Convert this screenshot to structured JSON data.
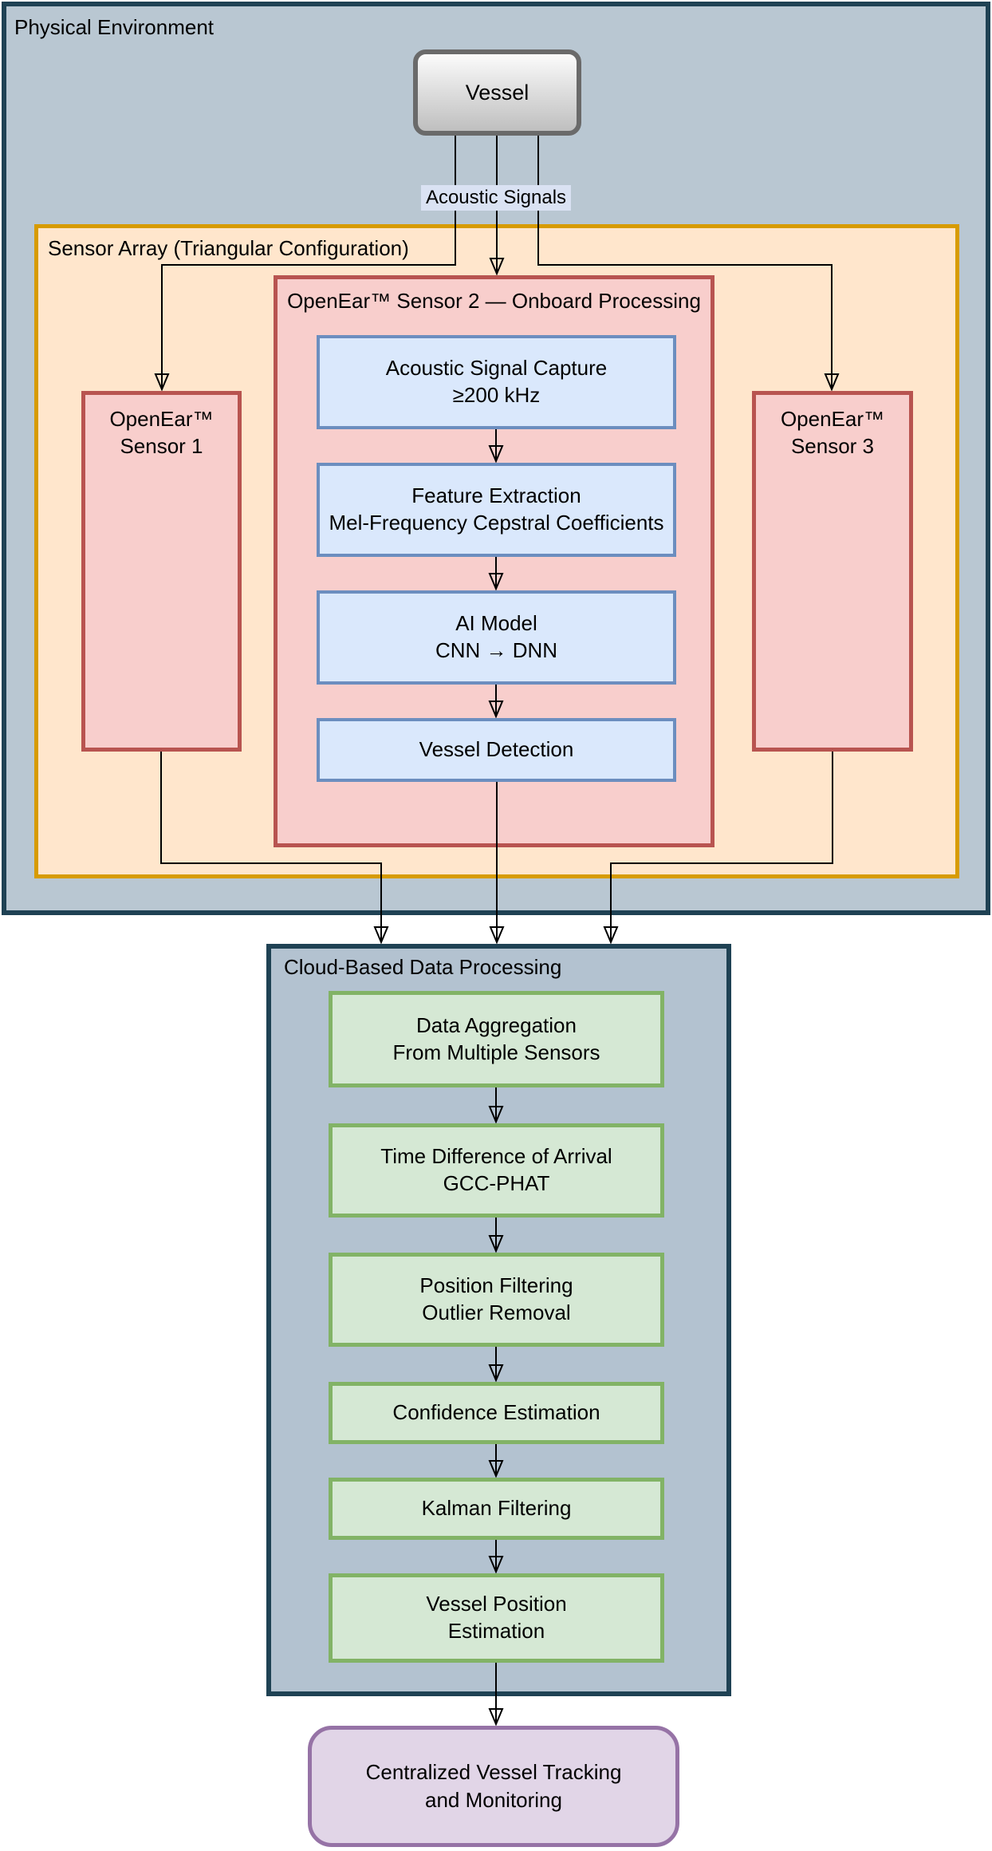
{
  "physical_environment": {
    "title": "Physical Environment"
  },
  "vessel": {
    "label": "Vessel"
  },
  "acoustic_signals_label": "Acoustic Signals",
  "sensor_array": {
    "title": "Sensor Array (Triangular Configuration)",
    "sensor1": {
      "label": "OpenEar™\nSensor 1"
    },
    "sensor3": {
      "label": "OpenEar™\nSensor 3"
    },
    "sensor2": {
      "title": "OpenEar™ Sensor 2 — Onboard Processing",
      "steps": [
        {
          "label": "Acoustic Signal Capture\n≥200 kHz"
        },
        {
          "label": "Feature Extraction\nMel-Frequency Cepstral Coefficients"
        },
        {
          "label": "AI Model\nCNN → DNN"
        },
        {
          "label": "Vessel Detection"
        }
      ]
    }
  },
  "cloud": {
    "title": "Cloud-Based Data Processing",
    "steps": [
      {
        "label": "Data Aggregation\nFrom Multiple Sensors"
      },
      {
        "label": "Time Difference of Arrival\nGCC-PHAT"
      },
      {
        "label": "Position Filtering\nOutlier Removal"
      },
      {
        "label": "Confidence Estimation"
      },
      {
        "label": "Kalman Filtering"
      },
      {
        "label": "Vessel Position\nEstimation"
      }
    ]
  },
  "output": {
    "label": "Centralized Vessel Tracking\nand Monitoring"
  },
  "colors": {
    "physical_env_fill": "#b9c7d2",
    "physical_env_border": "#1f4254",
    "sensor_array_fill": "#ffe6cc",
    "sensor_array_border": "#d79b00",
    "sensor_fill": "#f8cecc",
    "sensor_border": "#b85450",
    "onboard_step_fill": "#dae8fc",
    "onboard_step_border": "#6c8ebf",
    "cloud_fill": "#b3c2d0",
    "cloud_border": "#1f4254",
    "cloud_step_fill": "#d5e8d4",
    "cloud_step_border": "#82b366",
    "output_fill": "#e1d5e7",
    "output_border": "#9673a6",
    "vessel_border": "#6a6a6a",
    "edge_color": "#000000",
    "edge_label_bg": "#dae2f3"
  }
}
